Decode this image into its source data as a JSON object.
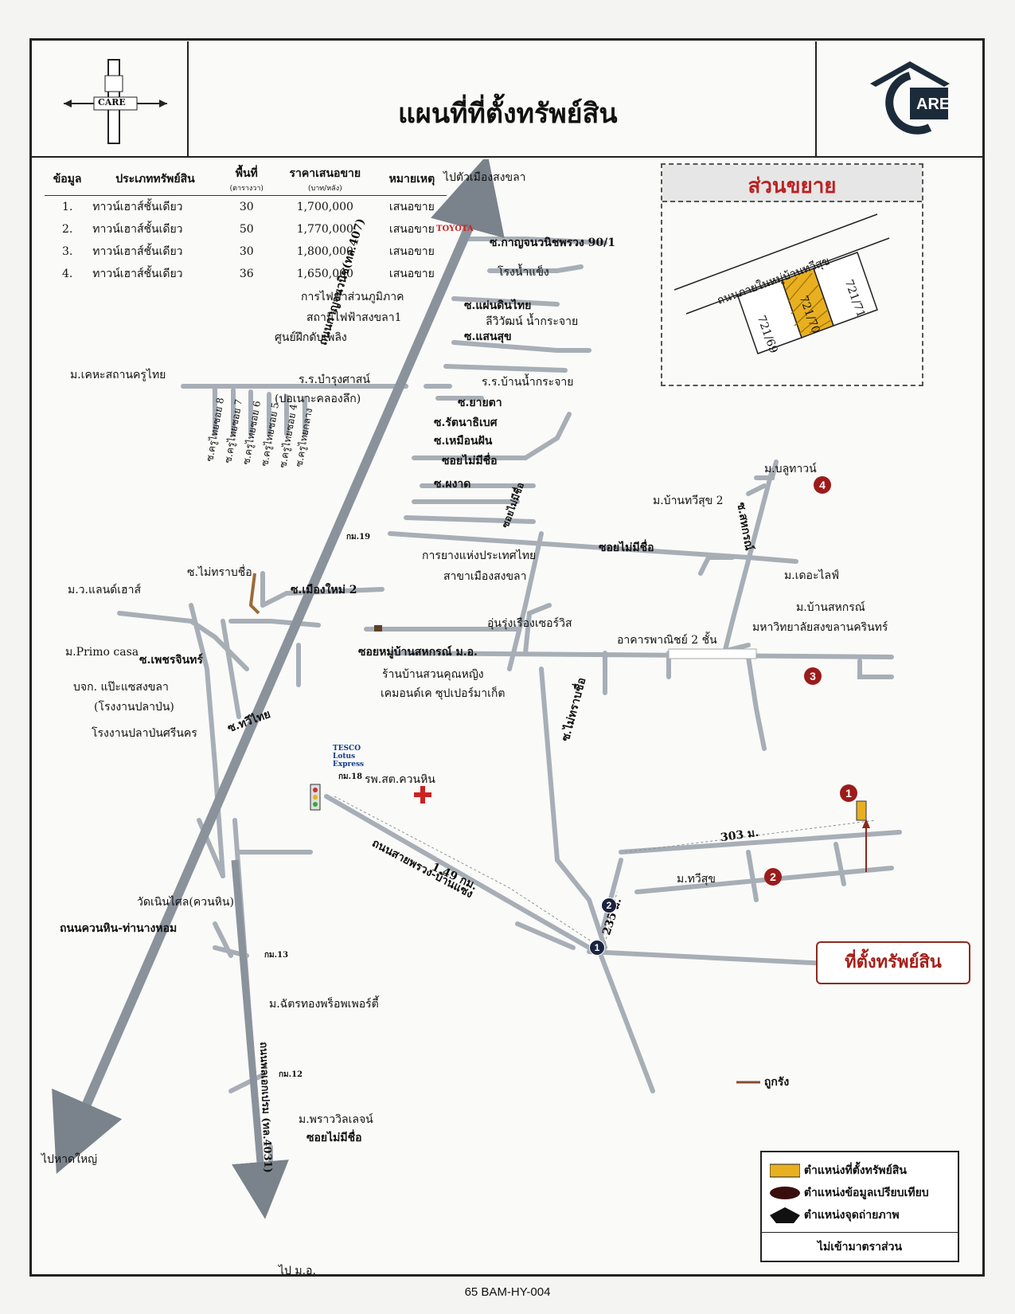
{
  "header": {
    "title": "แผนที่ที่ตั้งทรัพย์สิน",
    "left_logo_text": "CARE",
    "right_logo_text": "ARE"
  },
  "table": {
    "headers": [
      "ข้อมูล",
      "ประเภททรัพย์สิน",
      "พื้นที่",
      "ราคาเสนอขาย",
      "หมายเหตุ"
    ],
    "subheaders": [
      "",
      "",
      "(ตารางวา)",
      "(บาท/หลัง)",
      ""
    ],
    "rows": [
      [
        "1.",
        "ทาวน์เฮาส์ชั้นเดียว",
        "30",
        "1,700,000",
        "เสนอขาย"
      ],
      [
        "2.",
        "ทาวน์เฮาส์ชั้นเดียว",
        "50",
        "1,770,000",
        "เสนอขาย"
      ],
      [
        "3.",
        "ทาวน์เฮาส์ชั้นเดียว",
        "30",
        "1,800,000",
        "เสนอขาย"
      ],
      [
        "4.",
        "ทาวน์เฮาส์ชั้นเดียว",
        "36",
        "1,650,000",
        "เสนอขาย"
      ]
    ]
  },
  "inset": {
    "title": "ส่วนขยาย",
    "road": "ถนนภายในหมู่บ้านทวีสุข",
    "lot_left": "721/69",
    "lot_subject": "721/70",
    "lot_right": "721/71"
  },
  "map": {
    "to_city": "ไปตัวเมืองสงขลา",
    "to_hatyai": "ไปหาดใหญ่",
    "to_mo": "ไป ม.อ.",
    "main_road": "ถนนกาญจนวนิช(ทล.407)",
    "road_303": "ถนนสายพรวง-บ้านแซง",
    "road_kuanhin": "ถนนควนหิน-ท่านางหอม",
    "road_4031": "ถนนพลเอกเปรม (ทล.4031)",
    "dist_149": "1.49 กม.",
    "dist_303": "303 ม.",
    "dist_235": "235 ม.",
    "toyota": "TOYOTA",
    "tesco": "TESCO Lotus Express",
    "labels": [
      "ซ.กาญจนวนิชพรวง 90/1",
      "โรงน้ำแข็ง",
      "การไฟฟ้าส่วนภูมิภาค",
      "สถานีไฟฟ้าสงขลา1",
      "ซ.แผ่นดินไทย",
      "ลีวิวัฒน์ น้ำกระจาย",
      "ซ.แสนสุข",
      "ศูนย์ฝึกดับเพลิง",
      "ร.ร.บำรุงศาสน์",
      "(ปอเนาะคลองลึก)",
      "ร.ร.บ้านน้ำกระจาย",
      "ซ.ยายตา",
      "ม.เคหะสถานครูไทย",
      "ซ.ครูไทยซอย 8",
      "ซ.ครูไทยซอย 7",
      "ซ.ครูไทยซอย 6",
      "ซ.ครูไทยซอย 5",
      "ซ.ครูไทยซอย 4",
      "ซ.ครูไทยกลาง",
      "ซ.รัตนาธิเบศ",
      "ซ.เหมือนฝัน",
      "ซอยไม่มีชื่อ",
      "ซ.ผงาด",
      "ซอยไม่มีชื่อ",
      "กม.19",
      "การยางแห่งประเทศไทย",
      "สาขาเมืองสงขลา",
      "ซอยไม่มีชื่อ",
      "ซ.ไม่ทราบชื่อ",
      "ซ.เมืองใหม่ 2",
      "ม.ว.แลนด์เฮาส์",
      "ม.Primo casa",
      "ซ.เพชรจินทร์",
      "บจก. แป๊ะแซสงขลา",
      "(โรงงานปลาป่น)",
      "โรงงานปลาป่นศรีนคร",
      "ซ.ทวีไทย",
      "อุ่นรุ่งเรืองเซอร์วิส",
      "ซอยหมู่บ้านสหกรณ์ ม.อ.",
      "อาคารพาณิชย์ 2 ชั้น",
      "ร้านบ้านสวนคุณหญิง",
      "เคมอนด์เค ซุปเปอร์มาเก็ต",
      "ซ.ไม่ทราบชื่อ",
      "กม.18",
      "รพ.สต.ควนหิน",
      "ม.บ้านทวีสุข 2",
      "ม.บลูทาวน์",
      "ซ.สหกรณ์",
      "ม.เดอะไลฟ์",
      "ม.บ้านสหกรณ์",
      "มหาวิทยาลัยสงขลานครินทร์",
      "ม.ทวีสุข",
      "วัดเนินไศล(ควนหิน)",
      "กม.13",
      "ม.ฉัตรทองพร็อพเพอร์ตี้",
      "กม.12",
      "ม.พราววิลเลจน์",
      "ซอยไม่มีชื่อ"
    ]
  },
  "location_box": "ที่ตั้งทรัพย์สิน",
  "legend": {
    "rail": "ถูกรัง",
    "subject": "ตำแหน่งที่ตั้งทรัพย์สิน",
    "compare": "ตำแหน่งข้อมูลเปรียบเทียบ",
    "photo": "ตำแหน่งจุดถ่ายภาพ",
    "scale": "ไม่เข้ามาตราส่วน"
  },
  "markers": {
    "compare": [
      "1",
      "2",
      "3",
      "4"
    ],
    "photo": [
      "1",
      "2"
    ]
  },
  "footer": "65 BAM-HY-004",
  "colors": {
    "road": "#a7aeb6",
    "main_road": "#8a929b",
    "subject": "#e8b020",
    "marker": "#9b1b1b",
    "title_red": "#b22222"
  }
}
